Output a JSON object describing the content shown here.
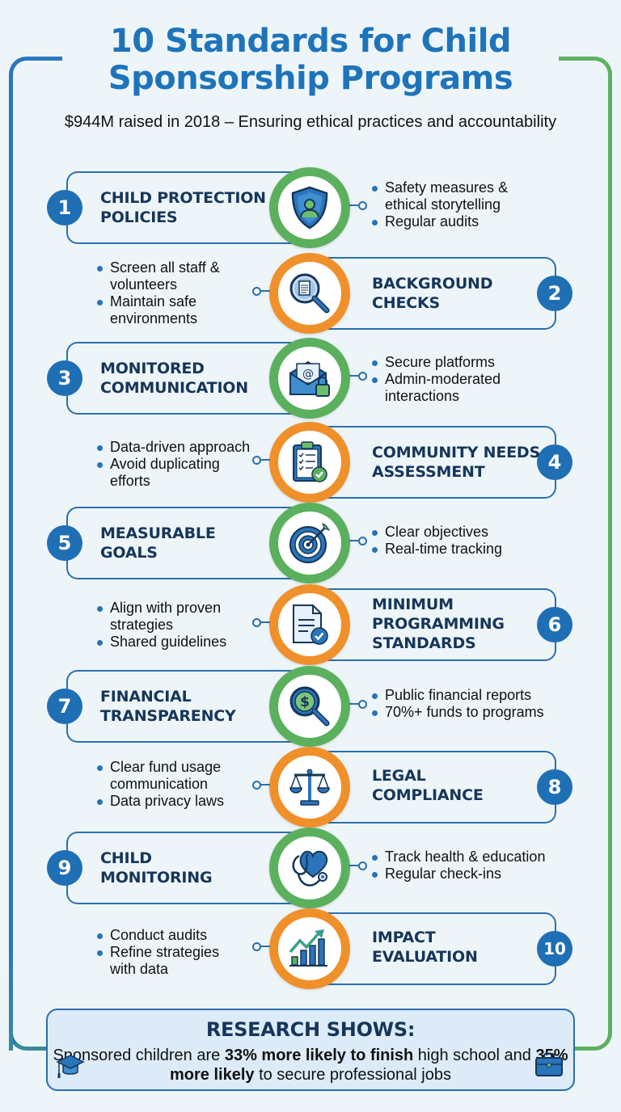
{
  "header": {
    "title_line1": "10 Standards for Child",
    "title_line2": "Sponsorship Programs",
    "subtitle": "$944M raised in 2018 – Ensuring ethical practices and accountability"
  },
  "colors": {
    "primary_blue": "#1f6fb5",
    "heading_navy": "#15365a",
    "green": "#5bb05e",
    "orange": "#f0902b",
    "background": "#eef5f9"
  },
  "standards": [
    {
      "number": "1",
      "heading_line1": "CHILD PROTECTION",
      "heading_line2": "POLICIES",
      "icon": "shield-person-icon",
      "ring": "green",
      "bullets": [
        "Safety measures & ethical storytelling",
        "Regular audits"
      ]
    },
    {
      "number": "2",
      "heading_line1": "BACKGROUND",
      "heading_line2": "CHECKS",
      "icon": "document-magnifier-icon",
      "ring": "orange",
      "bullets": [
        "Screen all staff & volunteers",
        "Maintain safe environments"
      ]
    },
    {
      "number": "3",
      "heading_line1": "MONITORED",
      "heading_line2": "COMMUNICATION",
      "icon": "locked-envelope-icon",
      "ring": "green",
      "bullets": [
        "Secure platforms",
        "Admin-moderated interactions"
      ]
    },
    {
      "number": "4",
      "heading_line1": "COMMUNITY NEEDS",
      "heading_line2": "ASSESSMENT",
      "icon": "clipboard-check-icon",
      "ring": "orange",
      "bullets": [
        "Data-driven approach",
        "Avoid duplicating efforts"
      ]
    },
    {
      "number": "5",
      "heading_line1": "MEASURABLE",
      "heading_line2": "GOALS",
      "icon": "target-icon",
      "ring": "green",
      "bullets": [
        "Clear objectives",
        "Real-time tracking"
      ]
    },
    {
      "number": "6",
      "heading_line1": "MINIMUM",
      "heading_line2": "PROGRAMMING",
      "heading_line3": "STANDARDS",
      "icon": "document-check-icon",
      "ring": "orange",
      "bullets": [
        "Align with proven strategies",
        "Shared guidelines"
      ]
    },
    {
      "number": "7",
      "heading_line1": "FINANCIAL",
      "heading_line2": "TRANSPARENCY",
      "icon": "dollar-magnifier-icon",
      "ring": "green",
      "bullets": [
        "Public financial reports",
        "70%+ funds to programs"
      ]
    },
    {
      "number": "8",
      "heading_line1": "LEGAL",
      "heading_line2": "COMPLIANCE",
      "icon": "scales-icon",
      "ring": "orange",
      "bullets": [
        "Clear fund usage communication",
        "Data privacy laws"
      ]
    },
    {
      "number": "9",
      "heading_line1": "CHILD",
      "heading_line2": "MONITORING",
      "icon": "heart-stethoscope-icon",
      "ring": "green",
      "bullets": [
        "Track health & education",
        "Regular check-ins"
      ]
    },
    {
      "number": "10",
      "heading_line1": "IMPACT",
      "heading_line2": "EVALUATION",
      "icon": "growth-chart-icon",
      "ring": "orange",
      "bullets": [
        "Conduct audits",
        "Refine strategies with data"
      ]
    }
  ],
  "research": {
    "title": "RESEARCH SHOWS:",
    "text_1": "Sponsored children are ",
    "bold_1": "33% more likely to finish",
    "text_2": " high school and ",
    "bold_2": "35% more likely",
    "text_3": " to secure professional jobs",
    "left_icon": "graduation-cap-icon",
    "right_icon": "briefcase-icon"
  }
}
